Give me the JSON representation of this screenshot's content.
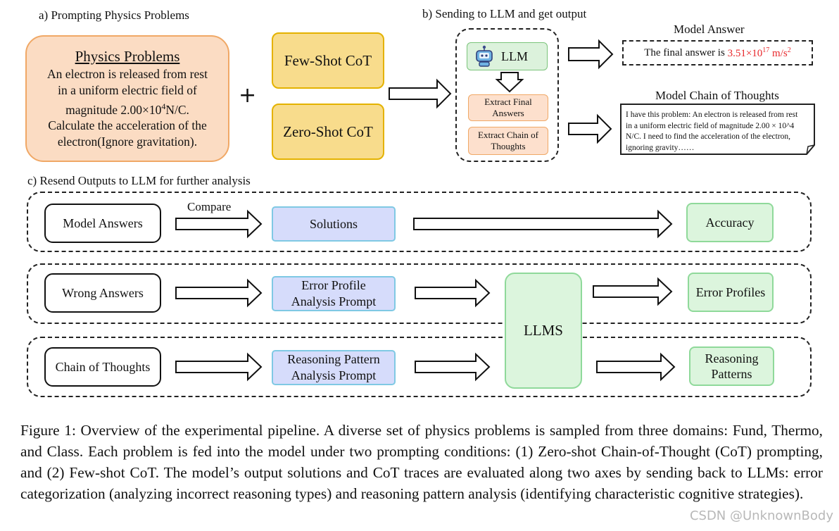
{
  "panel_a": {
    "title": "a) Prompting Physics Problems",
    "problem_heading": "Physics Problems",
    "problem_lines": [
      "An electron is released from rest",
      "in a uniform electric field of",
      "magnitude 2.00×10",
      "4",
      "N/C.",
      "Calculate the acceleration of the",
      "electron(Ignore gravitation)."
    ],
    "plus_sign": "+",
    "few_shot": "Few-Shot CoT",
    "zero_shot": "Zero-Shot CoT"
  },
  "panel_b": {
    "title": "b) Sending to LLM and get output",
    "llm_label": "LLM",
    "extract_answers": [
      "Extract Final",
      "Answers"
    ],
    "extract_chain": [
      "Extract Chain of",
      "Thoughts"
    ],
    "model_answer_heading": "Model Answer",
    "answer_prefix": "The final answer is ",
    "answer_value": "3.51×10",
    "answer_exp": "17",
    "answer_unit": " m/s",
    "answer_unit_exp": "2",
    "chain_heading": "Model Chain of Thoughts",
    "chain_text": [
      "I have this problem: An electron is released from rest",
      "in a uniform electric field of magnitude 2.00 × 10^4",
      "N/C. I need to find the acceleration of the electron,",
      "ignoring gravity……"
    ]
  },
  "panel_c": {
    "title": "c) Resend Outputs to LLM for further analysis",
    "row1": {
      "input": "Model Answers",
      "compare": "Compare",
      "middle": "Solutions",
      "output": "Accuracy"
    },
    "row2": {
      "input": "Wrong Answers",
      "middle": [
        "Error Profile",
        "Analysis Prompt"
      ],
      "output": "Error Profiles"
    },
    "row3": {
      "input": "Chain of Thoughts",
      "middle": [
        "Reasoning Pattern",
        "Analysis Prompt"
      ],
      "output": [
        "Reasoning",
        "Patterns"
      ]
    },
    "llms": "LLMS"
  },
  "caption": "Figure 1: Overview of the experimental pipeline. A diverse set of physics problems is sampled from three domains: Fund, Thermo, and Class. Each problem is fed into the model under two prompting conditions: (1) Zero-shot Chain-of-Thought (CoT) prompting, and (2) Few-shot CoT. The model’s output solutions and CoT traces are evaluated along two axes by sending back to LLMs: error categorization (analyzing incorrect reasoning types) and reasoning pattern analysis (identifying characteristic cognitive strategies).",
  "watermark": "CSDN @UnknownBody",
  "colors": {
    "problem_fill": "#fbdcc3",
    "cot_fill": "#f8dc8c",
    "llm_fill": "#dcf2dc",
    "prompt_fill": "#d6dcfb",
    "result_fill": "#dcf5dd",
    "answer_red": "#e8262a"
  }
}
